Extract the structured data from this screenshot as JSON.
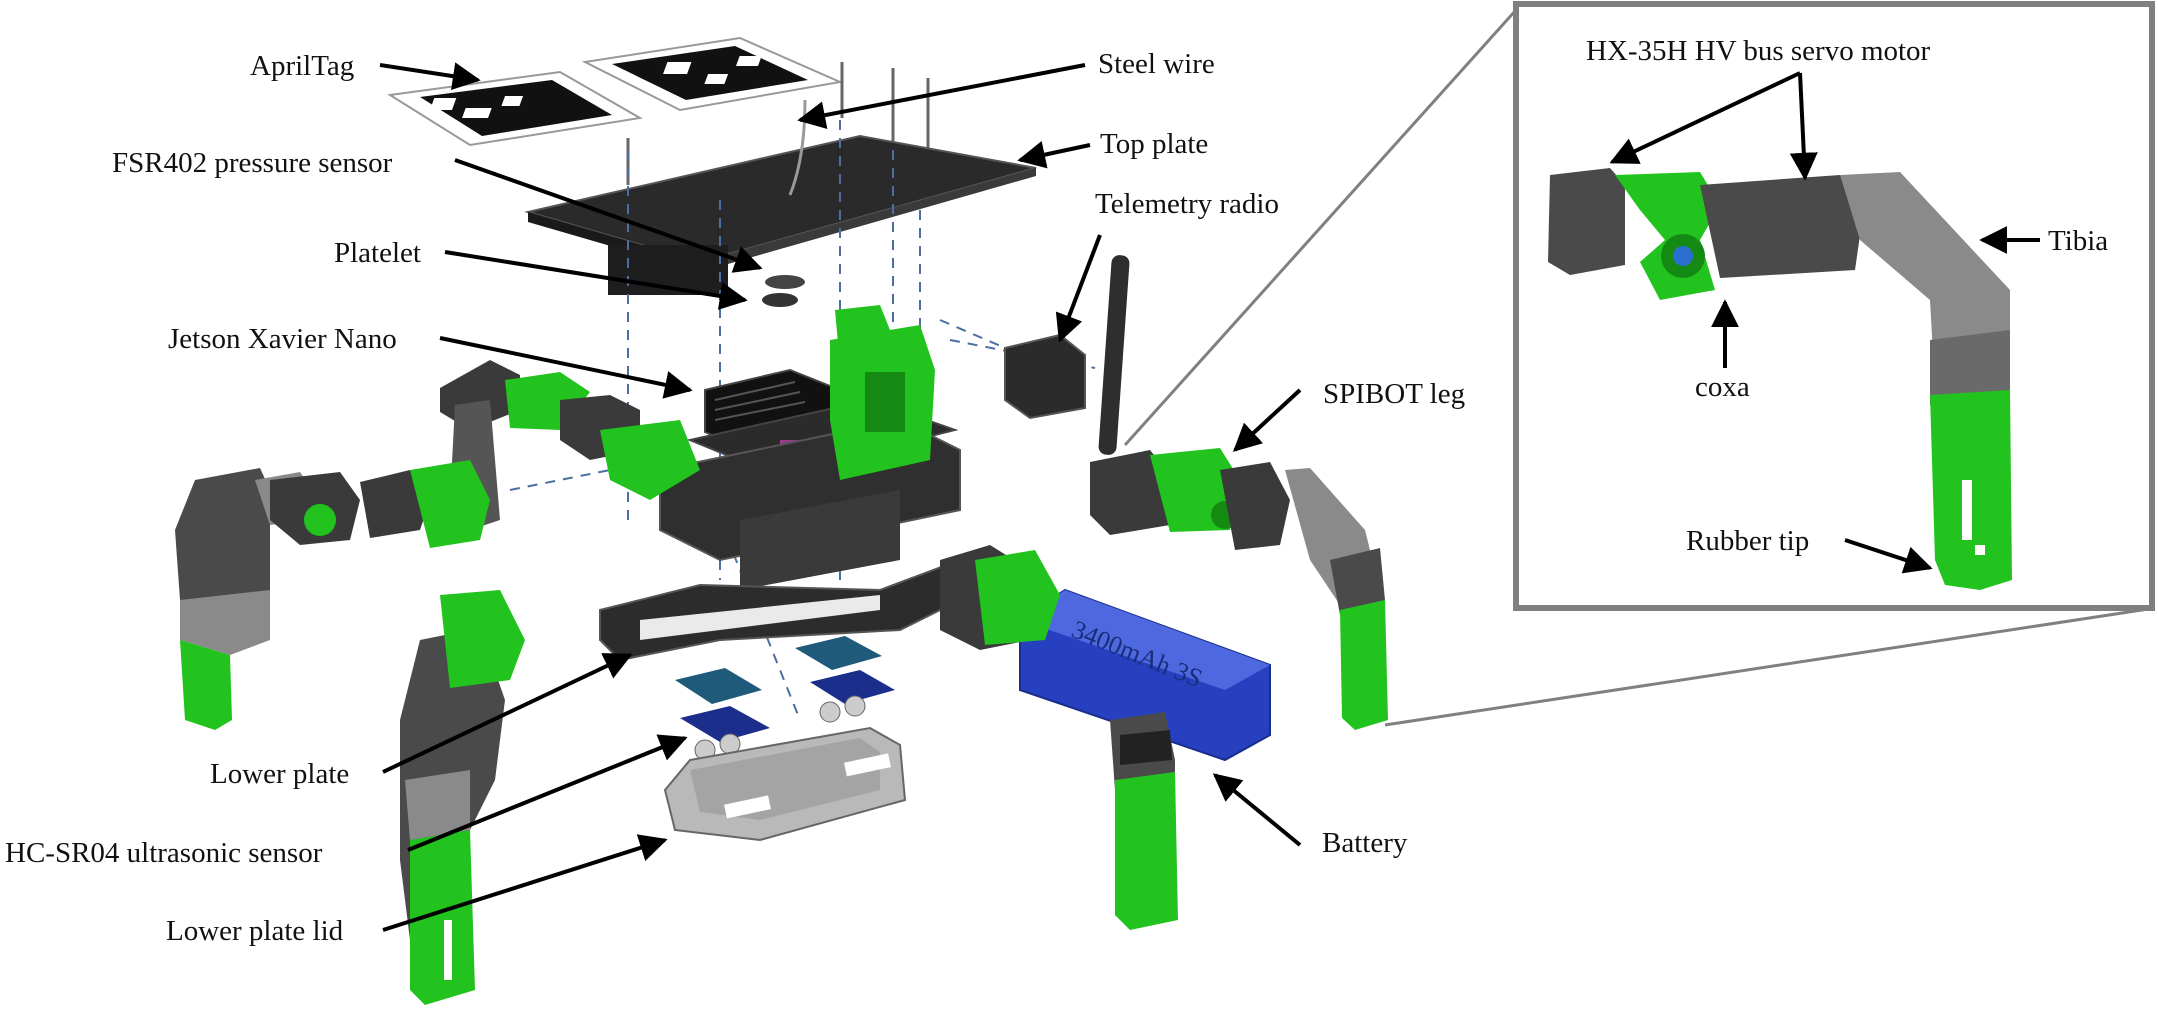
{
  "labels": {
    "apriltag": "AprilTag",
    "fsr": "FSR402 pressure sensor",
    "platelet": "Platelet",
    "jetson": "Jetson Xavier Nano",
    "steel_wire": "Steel wire",
    "top_plate": "Top plate",
    "telemetry": "Telemetry radio",
    "spibot_leg": "SPIBOT leg",
    "lower_plate": "Lower plate",
    "hcsr04": "HC-SR04 ultrasonic sensor",
    "lower_plate_lid": "Lower plate lid",
    "battery": "Battery",
    "battery_text": "3400mAh 3S"
  },
  "inset": {
    "servo": "HX-35H HV bus servo motor",
    "tibia": "Tibia",
    "coxa": "coxa",
    "rubber_tip": "Rubber tip"
  },
  "colors": {
    "green": "#22c31e",
    "dark_green": "#148a12",
    "gray": "#8a8a8a",
    "dark_gray": "#4a4a4a",
    "blue": "#2845c8",
    "frame": "#808080"
  }
}
